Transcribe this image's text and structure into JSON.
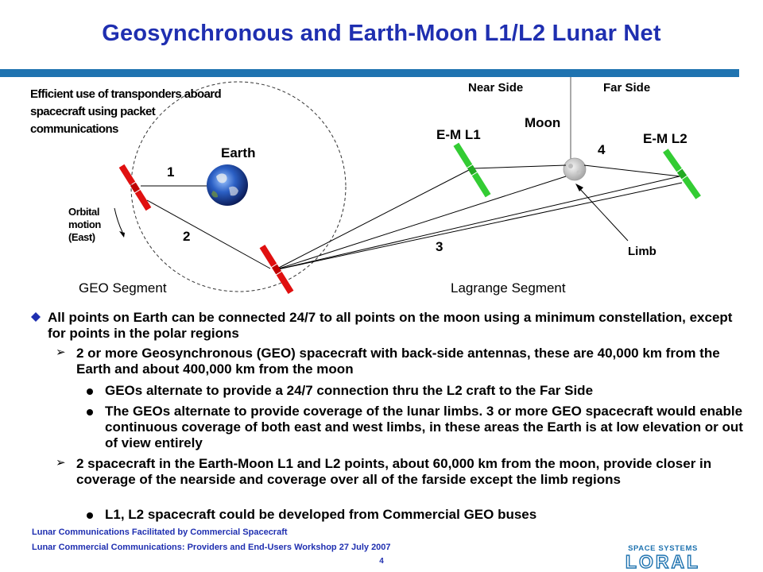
{
  "title": "Geosynchronous and Earth-Moon L1/L2 Lunar Net",
  "diagram": {
    "annotation": "Efficient use of transponders aboard spacecraft using packet communications",
    "earth": "Earth",
    "moon": "Moon",
    "near_side": "Near Side",
    "far_side": "Far Side",
    "em_l1": "E-M L1",
    "em_l2": "E-M L2",
    "orbital_motion": "Orbital motion (East)",
    "limb": "Limb",
    "link_1": "1",
    "link_2": "2",
    "link_3": "3",
    "link_4": "4",
    "geo_segment": "GEO Segment",
    "lagrange_segment": "Lagrange Segment"
  },
  "bullets": {
    "b1": "All points on Earth can be connected 24/7 to all points on the moon using a minimum constellation, except for points in the polar regions",
    "b1_1": "2 or more Geosynchronous (GEO) spacecraft with back-side antennas, these are 40,000 km from the Earth and about 400,000 km from the moon",
    "b1_1_1": "GEOs alternate to provide a 24/7 connection thru the L2 craft to the Far Side",
    "b1_1_2": "The GEOs alternate to provide coverage of the lunar limbs.  3 or more GEO spacecraft would enable continuous coverage of both east and west limbs, in these areas the Earth is at low elevation or out of view entirely",
    "b1_2": "2 spacecraft in the Earth-Moon L1 and L2 points, about 60,000 km from the moon, provide closer in coverage of the nearside and coverage over all of the farside except the limb regions",
    "b1_2_1": "L1, L2 spacecraft could be developed from Commercial GEO buses"
  },
  "footer": {
    "line1": "Lunar Communications Facilitated by Commercial Spacecraft",
    "line2": "Lunar Commercial Communications: Providers and End-Users Workshop  27 July 2007",
    "page": "4"
  },
  "logo": {
    "top": "SPACE SYSTEMS",
    "bottom": "LORAL"
  },
  "colors": {
    "title": "#1f2fb0",
    "rule": "#1f73b0",
    "geo_spacecraft": "#e01010",
    "lagrange_spacecraft": "#33cc33",
    "bullet_diamond": "#1f2fb0",
    "logo": "#1f73b0"
  }
}
